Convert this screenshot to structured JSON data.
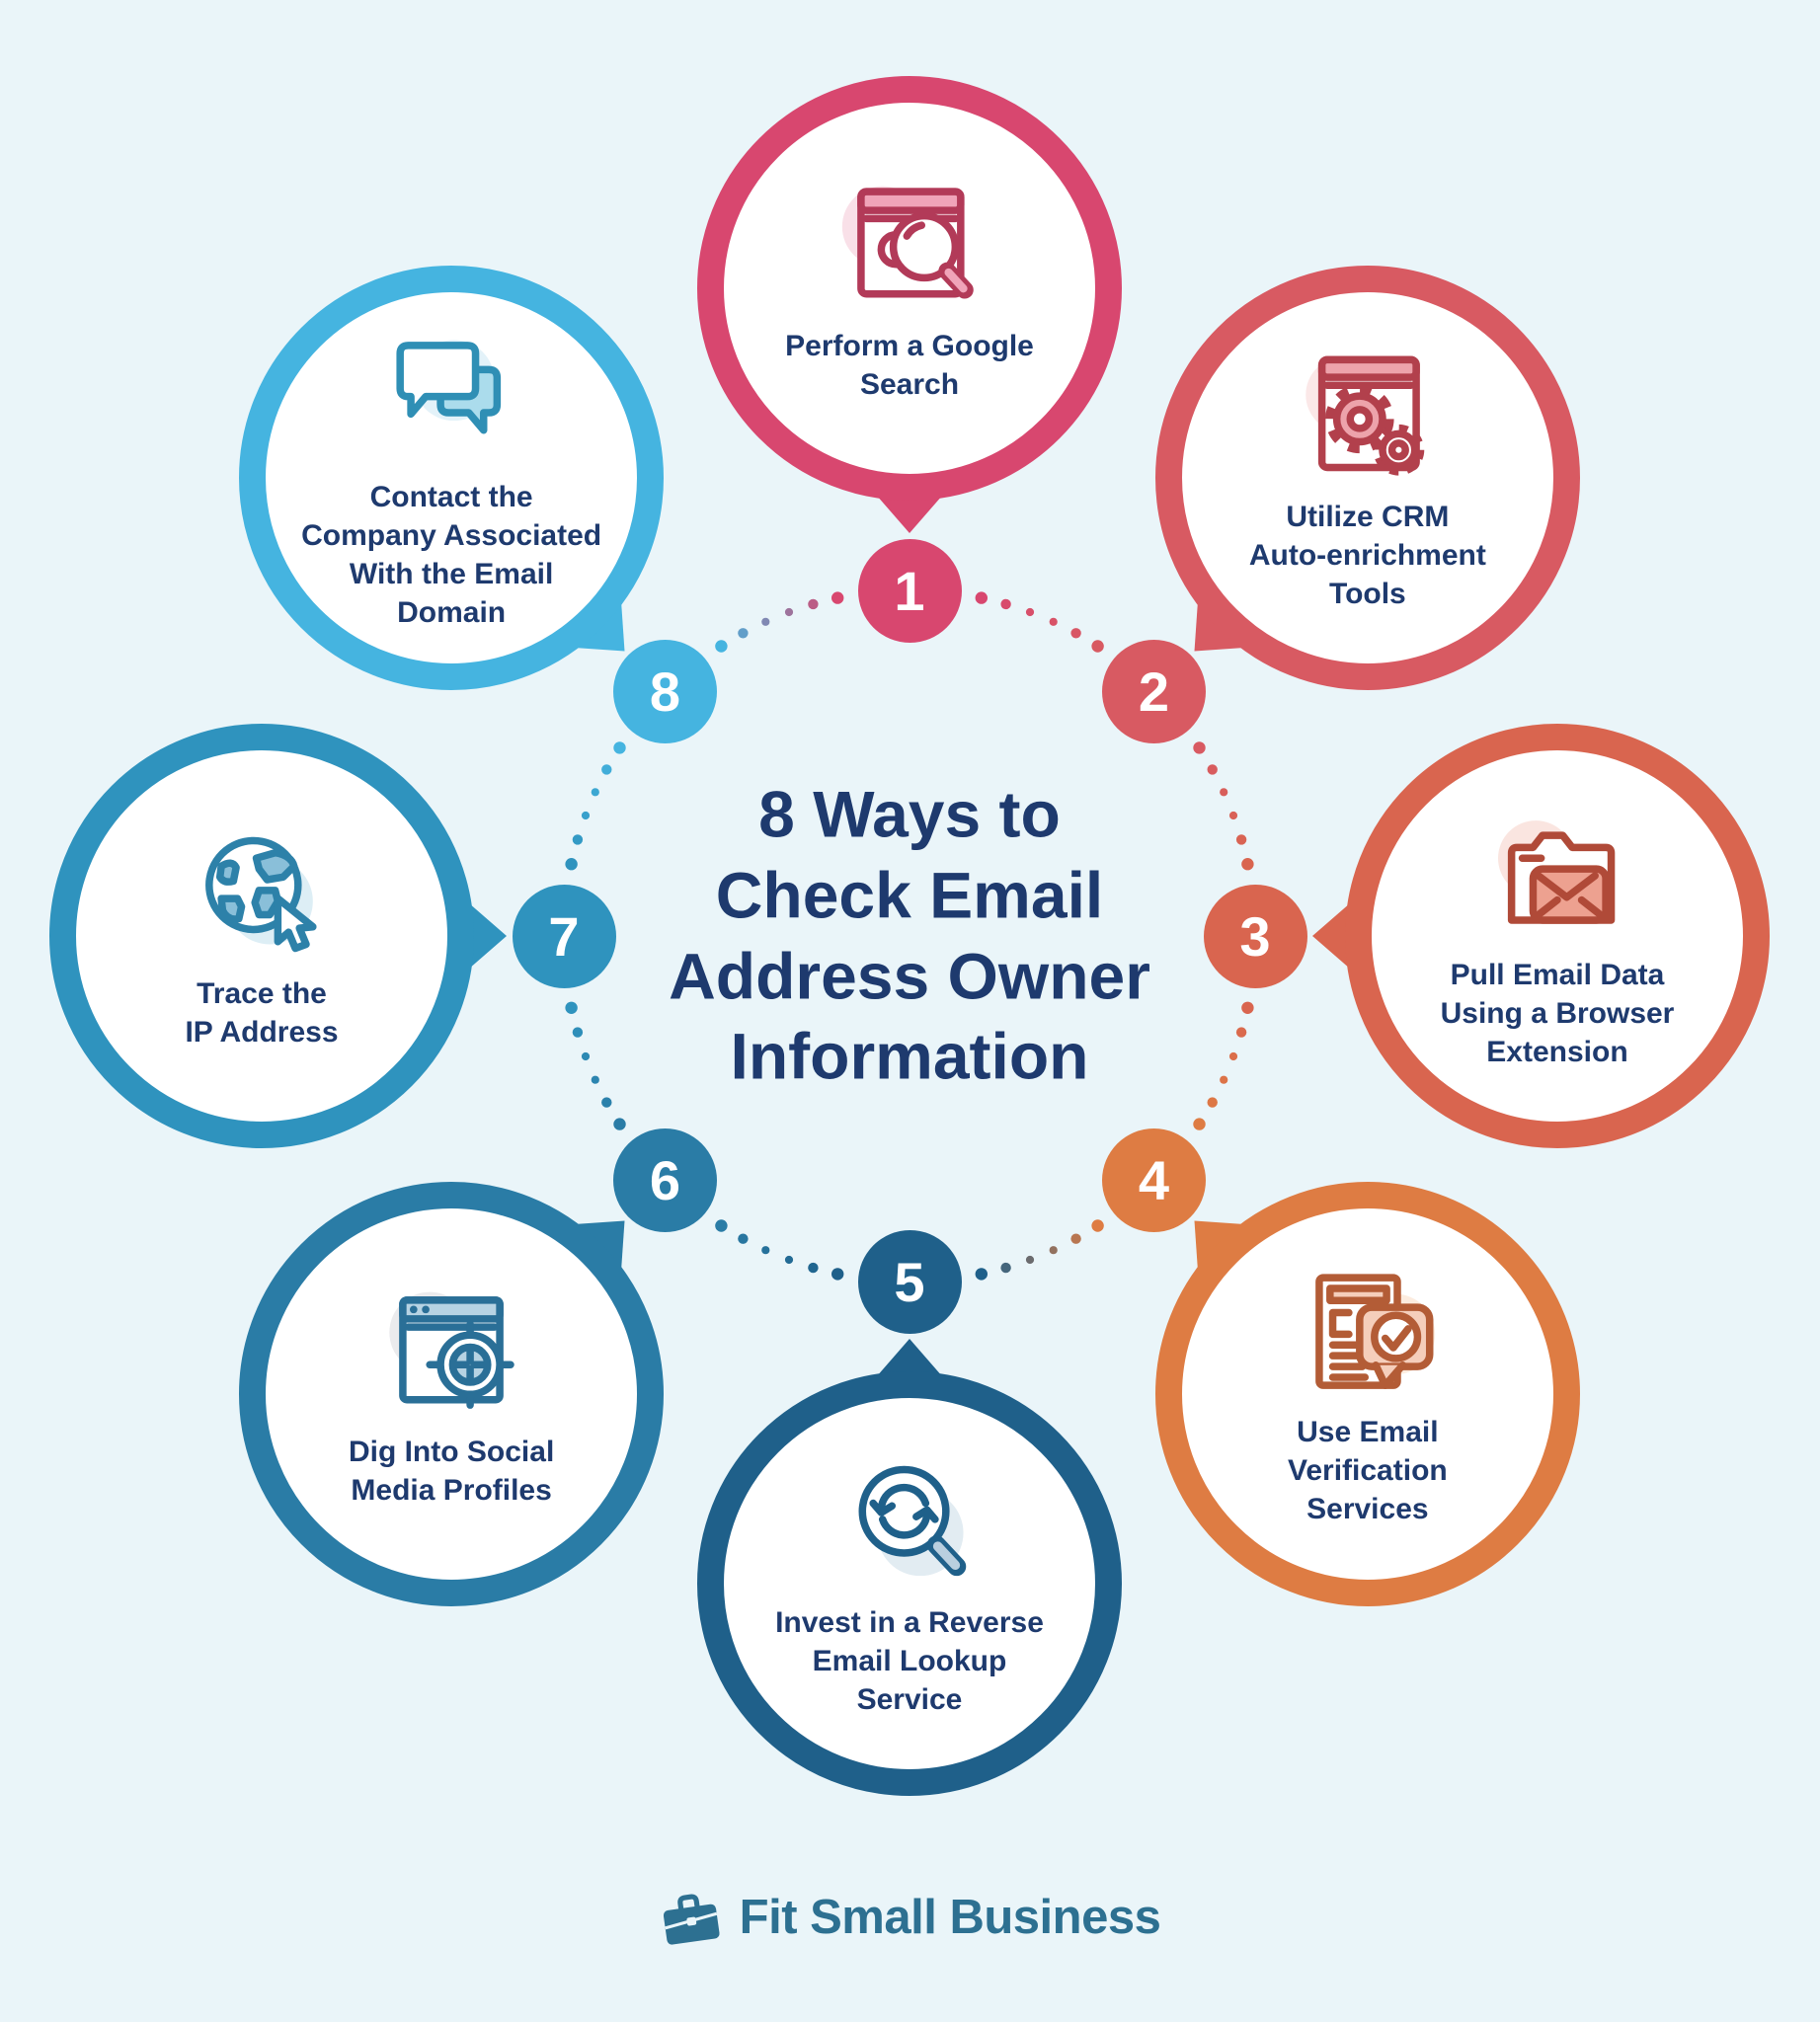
{
  "background_color": "#eaf5f9",
  "title": {
    "lines": [
      "8 Ways to",
      "Check Email",
      "Address Owner",
      "Information"
    ],
    "color": "#1e3a6e"
  },
  "items": [
    {
      "number": "1",
      "label": "Perform a Google\nSearch",
      "icon": "browser-search-icon",
      "colors": {
        "ring": "#d8476f",
        "stroke": "#b23a58",
        "fill": "#f0a4b9",
        "blob": "#f9e0e8"
      }
    },
    {
      "number": "2",
      "label": "Utilize CRM\nAuto-enrichment\nTools",
      "icon": "browser-gears-icon",
      "colors": {
        "ring": "#d85a62",
        "stroke": "#b2404c",
        "fill": "#eda3ab",
        "blob": "#fbe8e8"
      }
    },
    {
      "number": "3",
      "label": "Pull Email Data\nUsing a Browser\nExtension",
      "icon": "folder-email-icon",
      "colors": {
        "ring": "#d9654f",
        "stroke": "#b04a38",
        "fill": "#eda190",
        "blob": "#fae5e0"
      }
    },
    {
      "number": "4",
      "label": "Use Email\nVerification\nServices",
      "icon": "document-check-icon",
      "colors": {
        "ring": "#de7c43",
        "stroke": "#b35c36",
        "fill": "#f5cebb",
        "blob": "#fcecdf"
      }
    },
    {
      "number": "5",
      "label": "Invest in a Reverse\nEmail Lookup\nService",
      "icon": "reverse-email-lookup-icon",
      "colors": {
        "ring": "#1f608a",
        "stroke": "#1f608a",
        "fill": "#b9cfdf",
        "blob": "#e2ecf2"
      }
    },
    {
      "number": "6",
      "label": "Dig Into Social\nMedia Profiles",
      "icon": "browser-target-icon",
      "colors": {
        "ring": "#2a7ca6",
        "stroke": "#2a6f97",
        "fill": "#b7d3e3",
        "blob": "#ebebed"
      }
    },
    {
      "number": "7",
      "label": "Trace the\nIP Address",
      "icon": "globe-cursor-icon",
      "colors": {
        "ring": "#2f93be",
        "stroke": "#2d81a9",
        "fill": "#8abfd9",
        "blob": "#ddeef5"
      }
    },
    {
      "number": "8",
      "label": "Contact the\nCompany Associated\nWith the Email\nDomain",
      "icon": "chat-bubbles-icon",
      "colors": {
        "ring": "#45b4e0",
        "stroke": "#2f8fb5",
        "fill": "#abdcec",
        "blob": "#e3f2f9"
      }
    }
  ],
  "footer": {
    "logo_text": "Fit Small Business",
    "logo_icon": "briefcase-icon",
    "color": "#2d7091"
  }
}
